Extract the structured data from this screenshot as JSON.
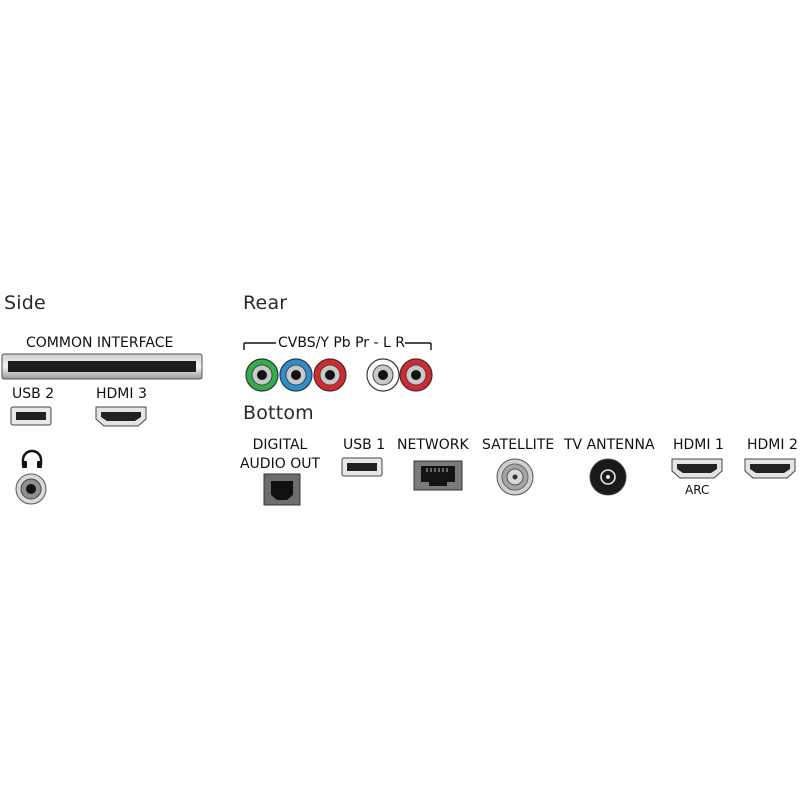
{
  "side": {
    "title": "Side",
    "common_interface": "COMMON INTERFACE",
    "usb2": "USB 2",
    "hdmi3": "HDMI 3",
    "headphone_icon": "headphone-icon"
  },
  "rear": {
    "title": "Rear",
    "group_label": "CVBS/Y Pb Pr - L R",
    "jacks": [
      {
        "name": "Y",
        "color": "#2fae4a"
      },
      {
        "name": "Pb",
        "color": "#2a8fd0"
      },
      {
        "name": "Pr",
        "color": "#d8262c"
      },
      {
        "name": "L",
        "color": "#ffffff"
      },
      {
        "name": "R",
        "color": "#d8262c"
      }
    ]
  },
  "bottom": {
    "title": "Bottom",
    "digital_audio_line1": "DIGITAL",
    "digital_audio_line2": "AUDIO OUT",
    "usb1": "USB 1",
    "network": "NETWORK",
    "satellite": "SATELLITE",
    "tv_antenna": "TV ANTENNA",
    "hdmi1": "HDMI 1",
    "hdmi1_sub": "ARC",
    "hdmi2": "HDMI 2"
  }
}
